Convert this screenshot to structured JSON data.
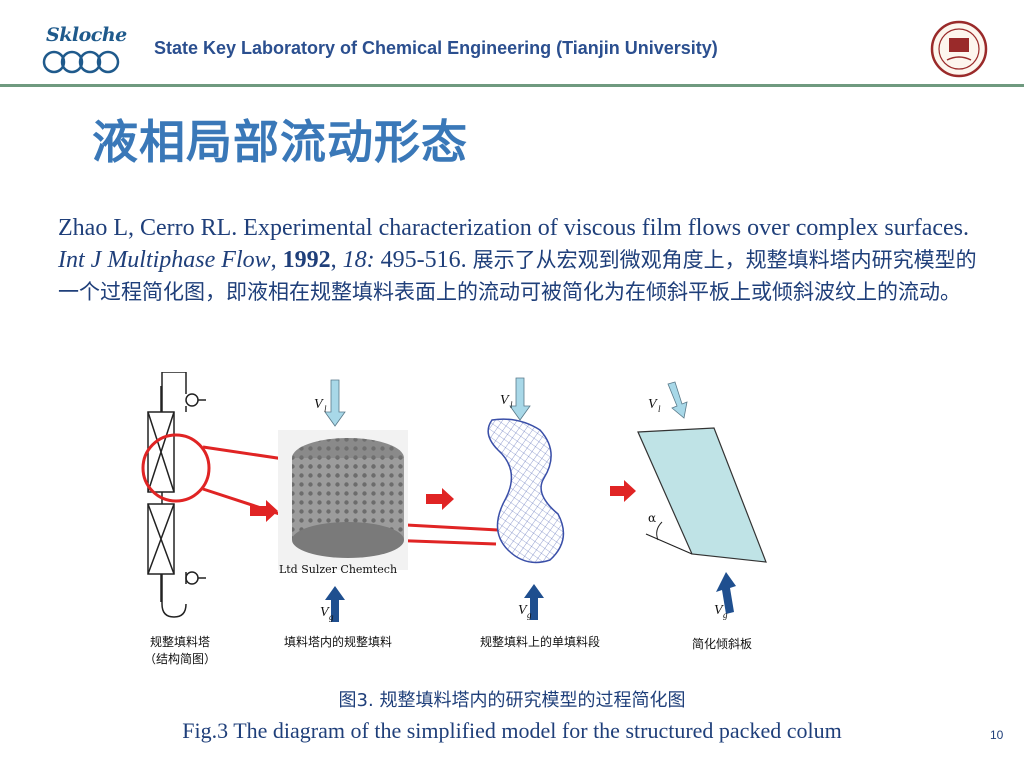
{
  "header": {
    "logo_text": "Skloche",
    "lab_name": "State Key Laboratory of Chemical Engineering (Tianjin University)"
  },
  "slide": {
    "title": "液相局部流动形态",
    "ref_authors": "Zhao L, Cerro RL. Experimental characterization of viscous film flows over complex surfaces. ",
    "ref_journal": "Int J Multiphase Flow",
    "ref_sep1": ", ",
    "ref_year": "1992",
    "ref_sep2": ", ",
    "ref_volume": "18:",
    "ref_pages": " 495-516. ",
    "ref_desc": "展示了从宏观到微观角度上，规整填料塔内研究模型的一个过程简化图，即液相在规整填料表面上的流动可被简化为在倾斜平板上或倾斜波纹上的流动。",
    "page_number": "10"
  },
  "figure": {
    "label_column": "规整填料塔",
    "label_column_sub": "（结构简图）",
    "label_packing": "填料塔内的规整填料",
    "label_element": "规整填料上的单填料段",
    "label_plate": "简化倾斜板",
    "credit": "Ltd Sulzer Chemtech",
    "liquid_symbol": "V",
    "liquid_sub": "l",
    "gas_symbol": "V",
    "gas_sub": "g",
    "angle_symbol": "α",
    "caption_cn": "图3. 规整填料塔内的研究模型的过程简化图",
    "caption_en": "Fig.3 The diagram of the simplified model for the structured packed colum"
  },
  "colors": {
    "title_blue": "#3a78b8",
    "text_navy": "#1f3f7a",
    "rule_green": "#6f9a7f",
    "arrow_red": "#e02424",
    "liquid_arrow": "#a8d8e8",
    "gas_arrow": "#1f4f8f",
    "plate_fill": "#bfe3e6"
  }
}
